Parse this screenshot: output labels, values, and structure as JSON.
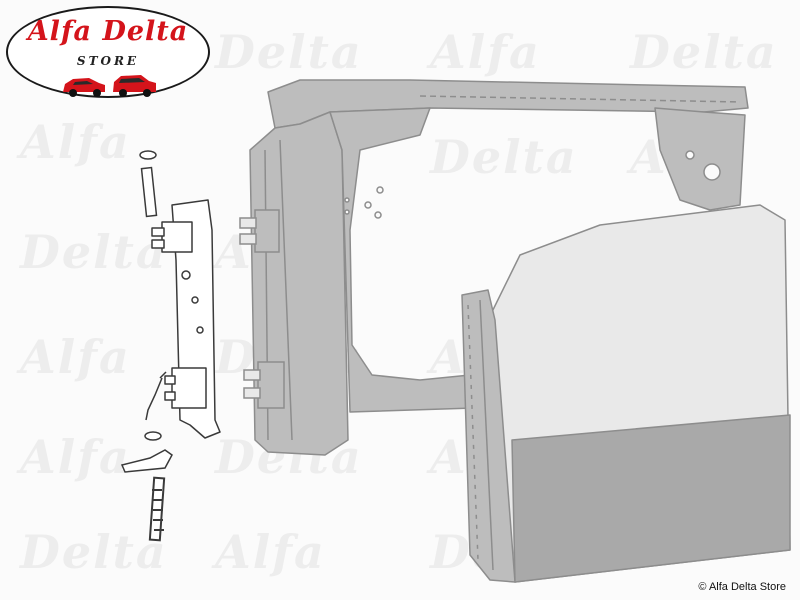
{
  "watermark": {
    "texts": [
      "Alfa",
      "Delta"
    ]
  },
  "logo": {
    "brand": "Alfa Delta",
    "sub": "STORE"
  },
  "diagram": {
    "line_color": "#3a3a3a",
    "part_fill": "#bdbdbd",
    "panel_fill": "#a9a9a9",
    "accent": "#d4141b"
  },
  "footer": {
    "copyright": "© Alfa Delta Store"
  }
}
